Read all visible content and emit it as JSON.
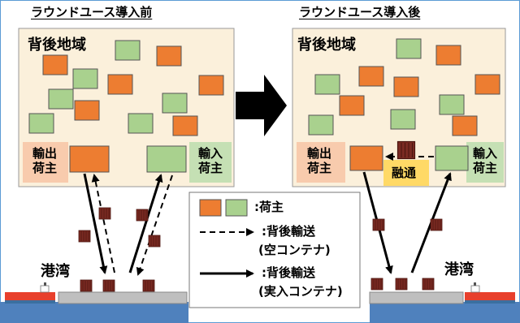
{
  "colors": {
    "orange_shipper": "#ed7d31",
    "green_shipper": "#a9d18e",
    "region_bg": "#fbf0db",
    "export_bg": "#f8cbad",
    "import_bg": "#c5e0b4",
    "yuzu_bg": "#ffd966",
    "container": "#7a2a22",
    "quay": "#bfbfbf",
    "sea": "#4f81bd",
    "arrow": "#000000"
  },
  "before": {
    "title": "ラウンドユース導入前",
    "region_label": "背後地域",
    "export_label": "輸出\n荷主",
    "import_label": "輸入\n荷主",
    "port_label": "港湾"
  },
  "after": {
    "title": "ラウンドユース導入後",
    "region_label": "背後地域",
    "export_label": "輸出\n荷主",
    "import_label": "輸入\n荷主",
    "port_label": "港湾",
    "transfer_label": "融通"
  },
  "legend": {
    "shipper": ":荷主",
    "empty_line1": ":背後輸送",
    "empty_line2": "(空コンテナ)",
    "full_line1": ":背後輸送",
    "full_line2": "(実入コンテナ)"
  }
}
